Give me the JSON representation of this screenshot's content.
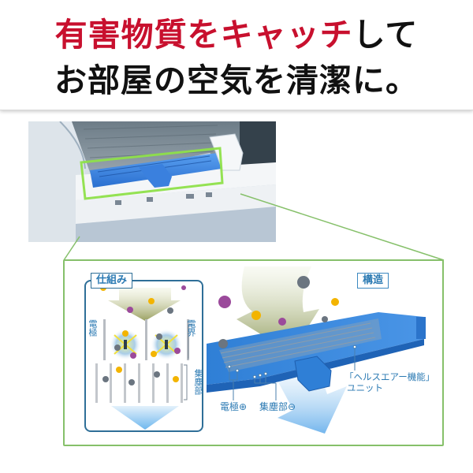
{
  "header": {
    "line1_red": "有害物質をキャッチ",
    "line1_black": "して",
    "line2": "お部屋の空気を清潔に。"
  },
  "colors": {
    "headline_red": "#c8102e",
    "callout_green": "#86c06a",
    "label_blue": "#2b7ab3",
    "unit_blue": "#2f7fd6"
  },
  "photo": {
    "alt": "air-conditioner-with-blue-filter-unit"
  },
  "mechanism_panel": {
    "title": "仕組み",
    "electrode_label": "電極",
    "field_label": "電界",
    "collector_label": "集塵部"
  },
  "structure_panel": {
    "title": "構造",
    "unit_label_line1": "「ヘルスエアー機能」",
    "unit_label_line2": "ユニット",
    "electrode_label": "電極⊕",
    "collector_label": "集塵部⊖"
  }
}
